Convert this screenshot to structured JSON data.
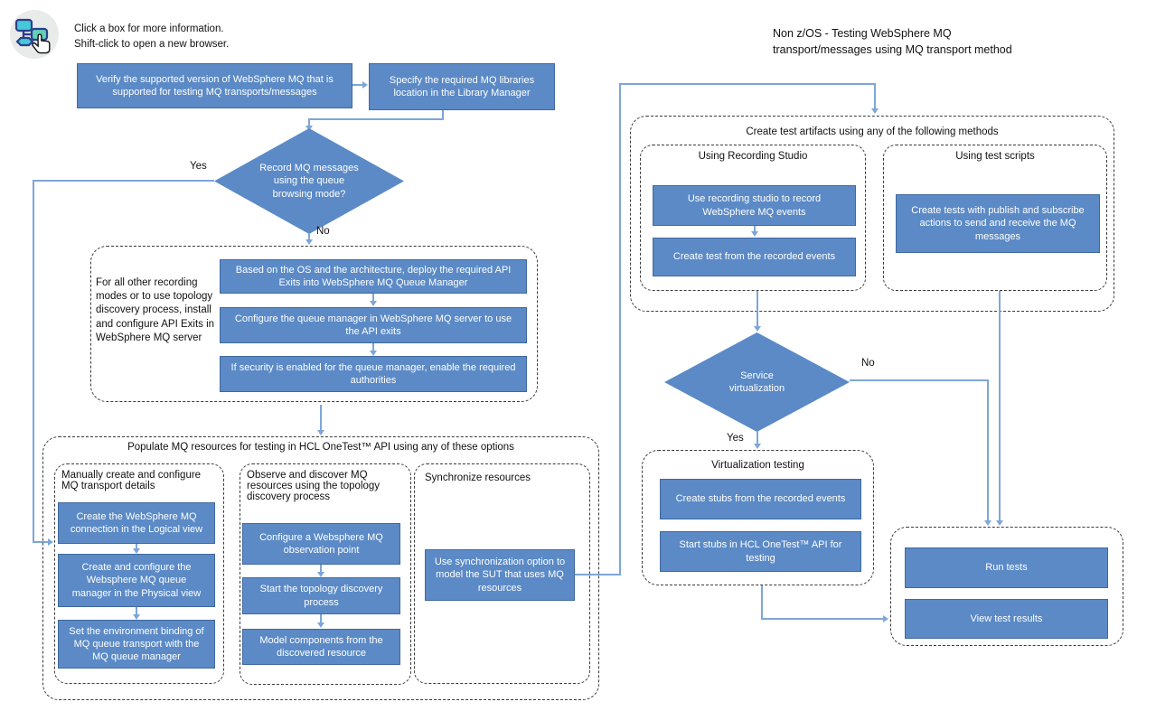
{
  "legend": {
    "line1": "Click a box for more information.",
    "line2": "Shift-click to open a new browser."
  },
  "title": {
    "line1": "Non z/OS - Testing WebSphere MQ",
    "line2": "transport/messages using MQ transport method"
  },
  "colors": {
    "box_fill": "#5b8ac6",
    "box_border": "#41699e",
    "connector": "#7ea6d8",
    "container_border": "#3a3a3a"
  },
  "left": {
    "verify": "Verify the supported version of WebSphere MQ that is supported for testing MQ transports/messages",
    "specify": "Specify the required  MQ libraries location in the Library Manager",
    "record_decision": "Record MQ messages using the queue browsing mode?",
    "record_yes": "Yes",
    "record_no": "No",
    "api_exits": {
      "note": "For all other recording modes or to use topology discovery process, install and configure API Exits in WebSphere MQ server",
      "steps": [
        "Based on the OS and the architecture, deploy the required API Exits into WebSphere MQ Queue Manager",
        "Configure the queue manager in WebSphere MQ server to use the API exits",
        "If security is enabled for the queue manager, enable the required authorities"
      ]
    },
    "populate": {
      "title": "Populate MQ resources for testing in HCL OneTest™ API using any of these options",
      "manual": {
        "title": "Manually create and configure MQ transport details",
        "steps": [
          "Create the WebSphere MQ connection in the Logical view",
          "Create and configure the Websphere MQ queue manager in the Physical view",
          "Set the environment binding of MQ queue transport with the MQ queue manager"
        ]
      },
      "observe": {
        "title": "Observe and discover MQ resources using the topology discovery process",
        "steps": [
          "Configure a Websphere MQ observation point",
          "Start the topology discovery process",
          "Model components from the discovered resource"
        ]
      },
      "sync": {
        "title": "Synchronize resources",
        "steps": [
          "Use synchronization option to model the SUT that uses MQ resources"
        ]
      }
    }
  },
  "right": {
    "artifacts": {
      "title": "Create test artifacts using any of the following methods",
      "recording_studio": {
        "title": "Using Recording Studio",
        "steps": [
          "Use recording studio to record WebSphere MQ events",
          "Create test from the recorded events"
        ]
      },
      "test_scripts": {
        "title": "Using test scripts",
        "steps": [
          "Create tests with publish and subscribe actions to send and receive the MQ messages"
        ]
      }
    },
    "service_decision": "Service virtualization",
    "service_no": "No",
    "service_yes": "Yes",
    "virtualization": {
      "title": "Virtualization testing",
      "steps": [
        "Create stubs from the recorded events",
        "Start stubs in HCL OneTest™ API for testing"
      ]
    },
    "results": {
      "steps": [
        "Run tests",
        "View test results"
      ]
    }
  }
}
